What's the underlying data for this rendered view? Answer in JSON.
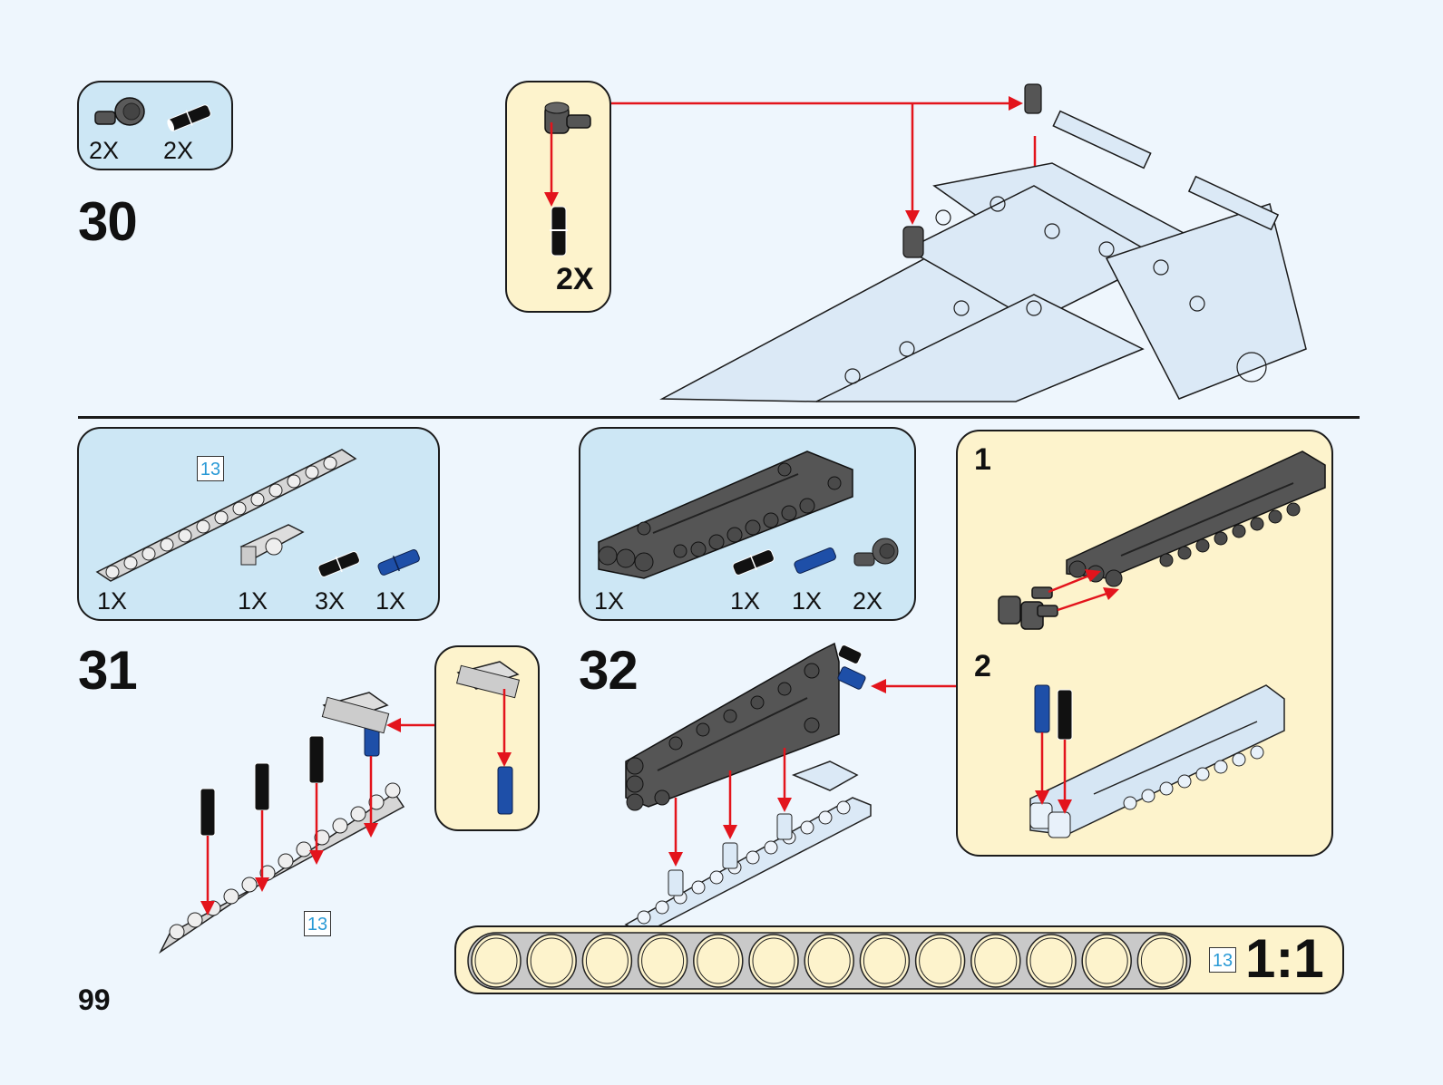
{
  "page": {
    "page_number": "99",
    "length_tag": "13",
    "scale_label": "1:1",
    "colors": {
      "background": "#eef6fd",
      "parts_box": "#cde7f5",
      "callout_box": "#fdf3cc",
      "arrow": "#e3141c",
      "dark_part": "#555555",
      "light_part": "#d6d6d6",
      "blue_part": "#1e4fa8",
      "tag_text": "#2a9ad6"
    }
  },
  "steps": [
    {
      "number": "30",
      "parts": [
        {
          "icon": "angle-connector-dark",
          "qty": "2X"
        },
        {
          "icon": "friction-pin-black",
          "qty": "2X"
        }
      ],
      "callout": {
        "qty": "2X"
      }
    },
    {
      "number": "31",
      "parts": [
        {
          "icon": "beam-13-light-gray",
          "qty": "1X",
          "length": "13"
        },
        {
          "icon": "beam-3-light-gray",
          "qty": "1X"
        },
        {
          "icon": "friction-pin-black",
          "qty": "3X"
        },
        {
          "icon": "axle-pin-blue",
          "qty": "1X"
        }
      ],
      "beam_length_tag": "13"
    },
    {
      "number": "32",
      "parts": [
        {
          "icon": "panel-dark-gray",
          "qty": "1X"
        },
        {
          "icon": "friction-pin-black",
          "qty": "1X"
        },
        {
          "icon": "axle-pin-blue",
          "qty": "1X"
        },
        {
          "icon": "angle-connector-dark",
          "qty": "2X"
        }
      ],
      "callout": {
        "sub_steps": [
          "1",
          "2"
        ]
      }
    }
  ],
  "ruler": {
    "holes": 13,
    "length_tag": "13",
    "label": "1:1"
  }
}
